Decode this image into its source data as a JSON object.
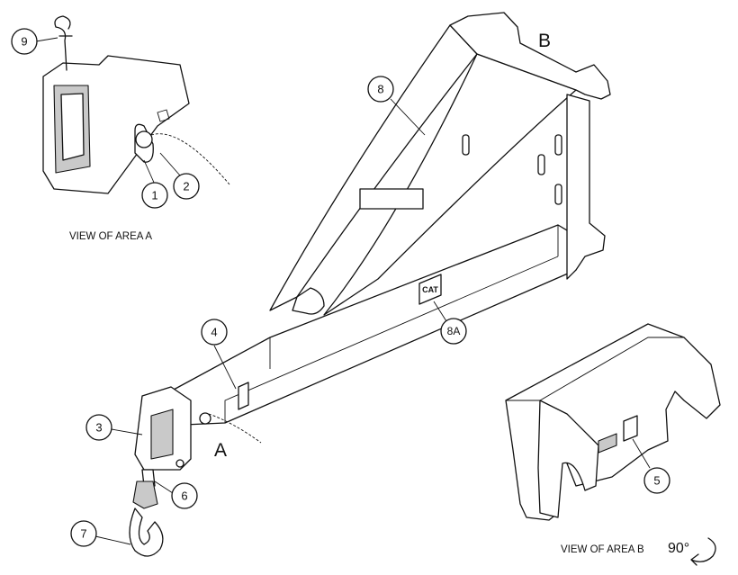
{
  "labels": {
    "view_a": "VIEW OF AREA A",
    "view_b": "VIEW OF AREA B",
    "rotation": "90°",
    "area_a": "A",
    "area_b": "B",
    "logo": "CAT"
  },
  "callouts": [
    {
      "id": "1",
      "label": "1"
    },
    {
      "id": "2",
      "label": "2"
    },
    {
      "id": "3",
      "label": "3"
    },
    {
      "id": "4",
      "label": "4"
    },
    {
      "id": "5",
      "label": "5"
    },
    {
      "id": "6",
      "label": "6"
    },
    {
      "id": "7",
      "label": "7"
    },
    {
      "id": "8",
      "label": "8"
    },
    {
      "id": "8A",
      "label": "8A"
    },
    {
      "id": "9",
      "label": "9"
    }
  ]
}
